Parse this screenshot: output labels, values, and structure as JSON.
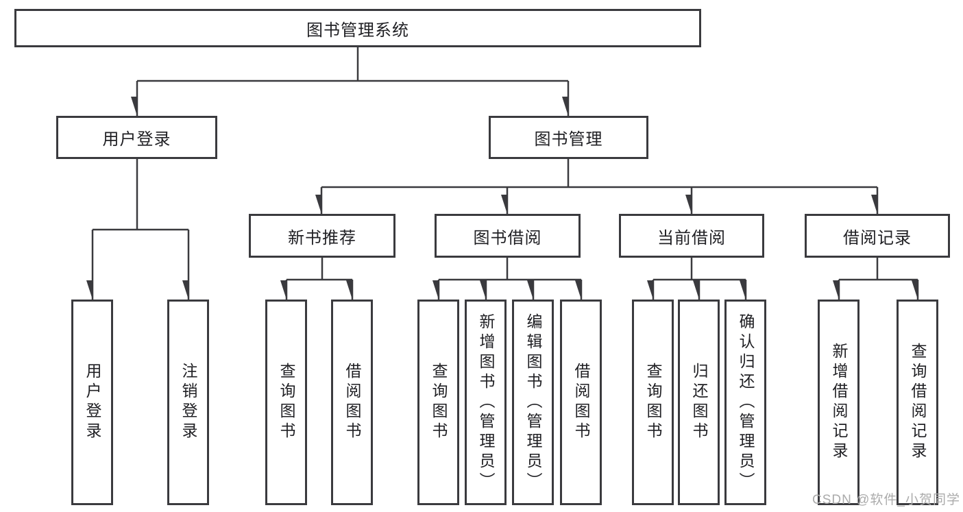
{
  "title": {
    "label": "图书管理系统"
  },
  "level2": [
    {
      "label": "用户登录"
    },
    {
      "label": "图书管理"
    }
  ],
  "level3": [
    {
      "label": "新书推荐"
    },
    {
      "label": "图书借阅"
    },
    {
      "label": "当前借阅"
    },
    {
      "label": "借阅记录"
    }
  ],
  "leaves": [
    {
      "label": "用户登录"
    },
    {
      "label": "注销登录"
    },
    {
      "label": "查询图书"
    },
    {
      "label": "借阅图书"
    },
    {
      "label": "查询图书"
    },
    {
      "label": "新增图书（管理员）"
    },
    {
      "label": "编辑图书（管理员）"
    },
    {
      "label": "借阅图书"
    },
    {
      "label": "查询图书"
    },
    {
      "label": "归还图书"
    },
    {
      "label": "确认归还（管理员）"
    },
    {
      "label": "新增借阅记录"
    },
    {
      "label": "查询借阅记录"
    }
  ],
  "watermark": {
    "text": "CSDN @软件_小贺同学"
  },
  "colors": {
    "line": "#3a3a3e",
    "text": "#1f1f23",
    "background": "#ffffff",
    "watermark": "#ababab"
  }
}
